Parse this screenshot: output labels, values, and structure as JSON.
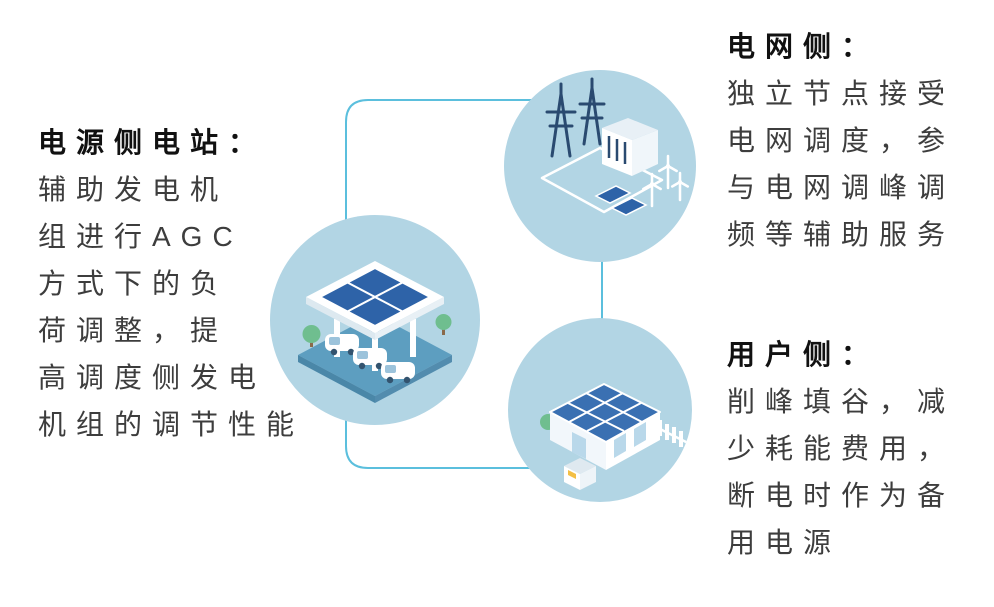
{
  "blocks": {
    "source": {
      "title": "电源侧电站：",
      "lines": [
        "辅助发电机",
        "组进行AGC",
        "方式下的负",
        "荷调整，提",
        "高调度侧发电",
        "机组的调节性能"
      ]
    },
    "grid": {
      "title": "电网侧：",
      "lines": [
        "独立节点接受",
        "电网调度，参",
        "与电网调峰调",
        "频等辅助服务"
      ]
    },
    "user": {
      "title": "用户侧：",
      "lines": [
        "削峰填谷，减",
        "少耗能费用，",
        "断电时作为备",
        "用电源"
      ]
    }
  },
  "icons": {
    "source": "solar-carport-charging-station-icon",
    "grid": "power-grid-towers-wind-turbines-icon",
    "user": "solar-house-battery-fence-icon"
  },
  "colors": {
    "circle_fill": "#b2d5e4",
    "connector_line": "#5bbfdd",
    "solar_panel_blue": "#2e63a8",
    "structure_navy": "#2a4a70",
    "platform_blue": "#5d9ec0",
    "tree_green": "#6fbe8f",
    "body_text": "#3d3d3d",
    "title_text": "#111111"
  }
}
